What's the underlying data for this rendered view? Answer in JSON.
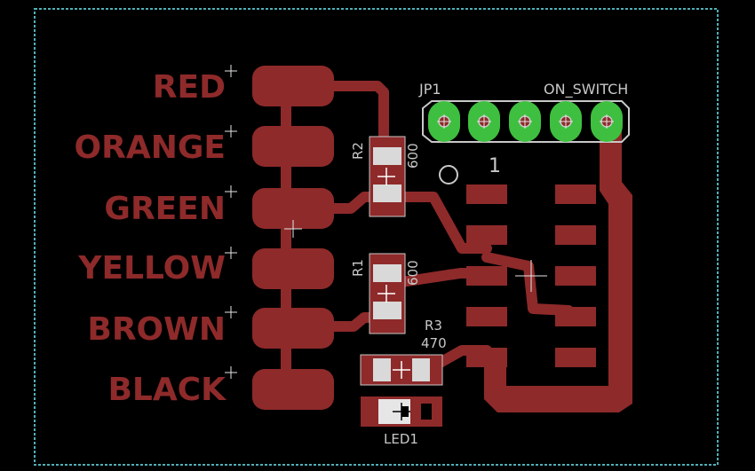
{
  "colors": {
    "background": "#000000",
    "copper": "#8e2a2a",
    "board_outline": "#4fb0b8",
    "silkscreen": "#c8c8c8",
    "via_green": "#3fbf3f"
  },
  "wire_labels": [
    "RED",
    "ORANGE",
    "GREEN",
    "YELLOW",
    "BROWN",
    "BLACK"
  ],
  "components": {
    "jp1": {
      "name": "JP1"
    },
    "on_switch": {
      "name": "ON_SWITCH"
    },
    "chip_pin1": {
      "marker": "1"
    },
    "r1": {
      "name": "R1",
      "value": "600"
    },
    "r2": {
      "name": "R2",
      "value": "600"
    },
    "r3": {
      "name": "R3",
      "value": "470"
    },
    "led1": {
      "name": "LED1"
    }
  }
}
